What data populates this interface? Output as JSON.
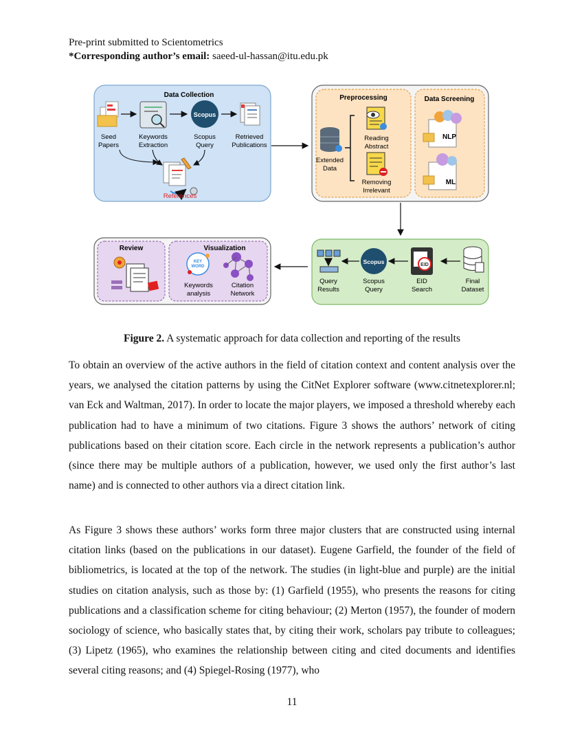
{
  "header": {
    "line1": "Pre-print submitted to Scientometrics",
    "email_label": "*Corresponding author’s email:",
    "email": "saeed-ul-hassan@itu.edu.pk"
  },
  "figure": {
    "data_collection": {
      "title": "Data Collection",
      "seed_papers": [
        "Seed",
        "Papers"
      ],
      "keywords_extraction": [
        "Keywords",
        "Extraction"
      ],
      "scopus_query": [
        "Scopus",
        "Query"
      ],
      "retrieved_publications": [
        "Retrieved",
        "Publications"
      ],
      "references": "References",
      "scopus_logo": "Scopus"
    },
    "preprocessing": {
      "title": "Preprocessing",
      "extended_data": [
        "Extended",
        "Data"
      ],
      "reading_abstract": [
        "Reading",
        "Abstract"
      ],
      "removing_irrelevant": [
        "Removing",
        "Irrelevant"
      ]
    },
    "data_screening": {
      "title": "Data Screening",
      "nlp": "NLP",
      "ml": "ML"
    },
    "search": {
      "final_dataset": [
        "Final",
        "Dataset"
      ],
      "eid_search": [
        "EID",
        "Search"
      ],
      "eid_badge": "EID",
      "scopus_query": [
        "Scopus",
        "Query"
      ],
      "scopus_logo": "Scopus",
      "query_results": [
        "Query",
        "Results"
      ]
    },
    "review": {
      "title": "Review"
    },
    "visualization": {
      "title": "Visualization",
      "keywords_analysis": [
        "Keywords",
        "analysis"
      ],
      "citation_network": [
        "Citation",
        "Network"
      ],
      "keyword_badge": [
        "KEY",
        "WORD"
      ]
    },
    "colors": {
      "data_collection_bg": "#cfe2f6",
      "preprocessing_bg": "#fde3c2",
      "search_bg": "#d5ecc8",
      "review_bg": "#e6d6ef",
      "references_text": "#e02020",
      "scopus_circle": "#1f4e6e"
    }
  },
  "caption": {
    "label": "Figure 2.",
    "text": " A systematic approach for data collection and reporting of the results"
  },
  "body": {
    "paragraph1": "To obtain an overview of the active authors in the field of citation context and content analysis over the years, we analysed the citation patterns by using the CitNet Explorer software (www.citnetexplorer.nl; van Eck and Waltman, 2017). In order to locate the major players, we imposed a threshold whereby each publication had to have a minimum of two citations. Figure 3 shows the authors’ network of citing publications based on their citation score. Each circle in the network represents a publication’s author (since there may be multiple authors of a publication, however, we used only the first author’s last name) and is connected to other authors via a direct citation link.",
    "paragraph2": "As Figure 3 shows these authors’ works form three major clusters that are constructed using internal citation links (based on the publications in our dataset). Eugene Garfield, the founder of the field of bibliometrics, is located at the top of the network. The studies (in light-blue and purple) are the initial studies on citation analysis, such as those by: (1) Garfield (1955), who presents the reasons for citing publications and a classification scheme for citing behaviour; (2) Merton (1957), the founder of modern sociology of science, who basically states that, by citing their work, scholars pay tribute to colleagues; (3) Lipetz (1965), who examines the relationship between citing and cited documents and identifies several citing reasons; and (4) Spiegel-Rosing (1977), who"
  },
  "page_number": "11"
}
